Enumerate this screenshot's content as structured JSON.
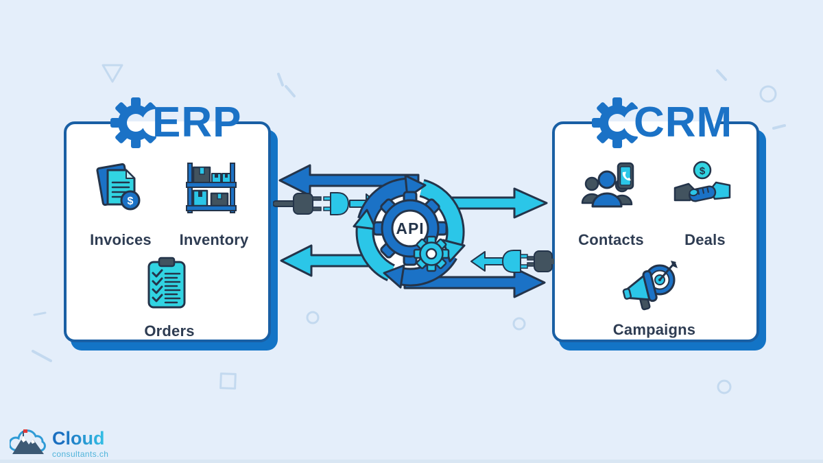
{
  "colors": {
    "blue": "#1b72c6",
    "cyan": "#2bc6e8",
    "teal": "#31d4e2",
    "dark": "#24344a",
    "gray": "#42535f",
    "bg": "#e4eefa",
    "label": "#2e3c52",
    "border": "#195fa4",
    "shadow": "#1374c6",
    "deco": "#c3d9ef"
  },
  "erp": {
    "title": "ERP",
    "items": [
      {
        "label": "Invoices",
        "icon": "invoices-icon"
      },
      {
        "label": "Inventory",
        "icon": "inventory-icon"
      },
      {
        "label": "Orders",
        "icon": "orders-icon"
      }
    ]
  },
  "crm": {
    "title": "CRM",
    "items": [
      {
        "label": "Contacts",
        "icon": "contacts-icon"
      },
      {
        "label": "Deals",
        "icon": "deals-icon"
      },
      {
        "label": "Campaigns",
        "icon": "campaigns-icon"
      }
    ]
  },
  "api": {
    "label": "API"
  },
  "icons": {
    "dollar": "$"
  },
  "logo": {
    "brand": "Cloud",
    "domain": "consultants.ch"
  }
}
